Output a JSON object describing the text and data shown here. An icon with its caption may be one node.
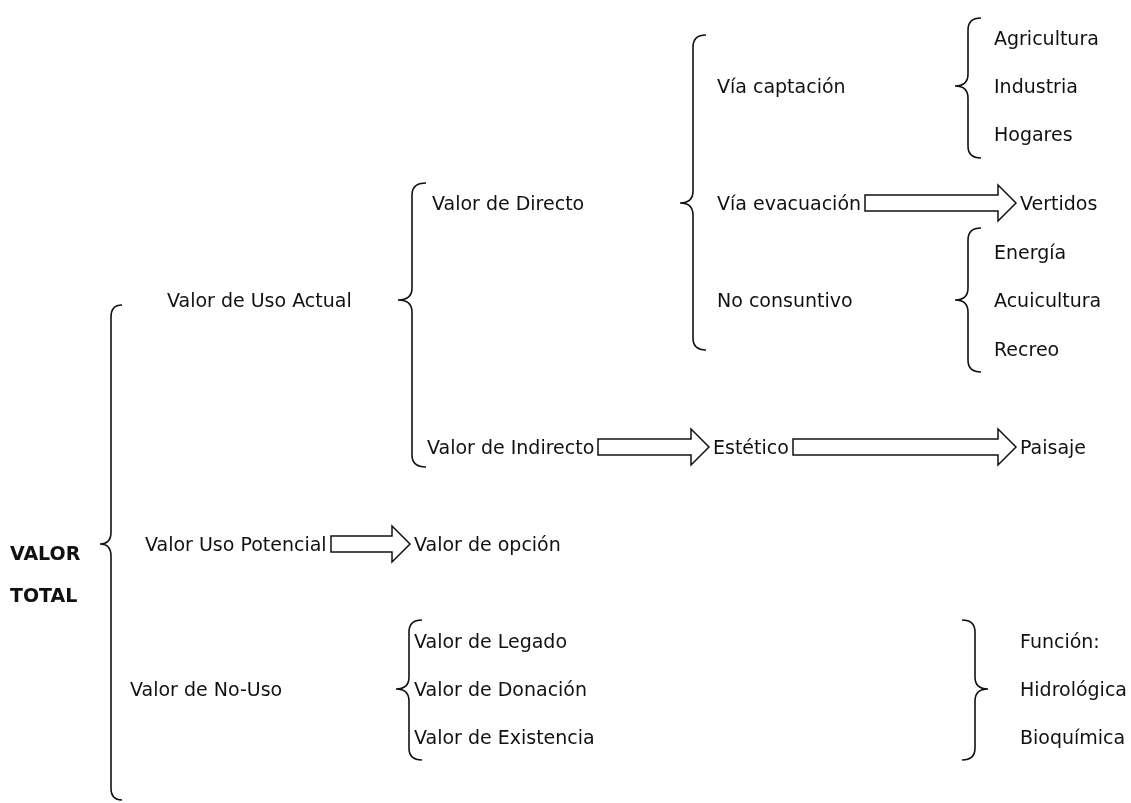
{
  "diagram": {
    "nodes": [
      {
        "text": [
          "Vía evacuación"
        ]
      },
      {
        "text": [
          "Vertidos"
        ]
      },
      {
        "text": [
          "Valor de Indirecto"
        ]
      },
      {
        "text": [
          "Estético"
        ]
      },
      {
        "text": [
          "Paisaje"
        ]
      },
      {
        "text": [
          "Valor Uso Potencial"
        ]
      },
      {
        "text": [
          "Valor de opción"
        ]
      }
    ],
    "edges": [
      {
        "from": 0,
        "to": 1,
        "arrow": "to"
      },
      {
        "from": 2,
        "to": 3,
        "arrow": "to"
      },
      {
        "from": 3,
        "to": 4,
        "arrow": "to"
      },
      {
        "from": 5,
        "to": 6,
        "arrow": "to"
      }
    ],
    "labels": [
      "Agricultura",
      "Vía captación",
      "Industria",
      "Hogares",
      "Valor de Directo",
      "Energía",
      "Valor de Uso Actual",
      "No consuntivo",
      "Acuicultura",
      "Recreo",
      "VALOR TOTAL",
      "Valor de Legado",
      "Función:",
      "Valor de No-Uso",
      "Valor de Donación",
      "Hidrológica",
      "Valor de Existencia",
      "Bioquímica"
    ]
  }
}
